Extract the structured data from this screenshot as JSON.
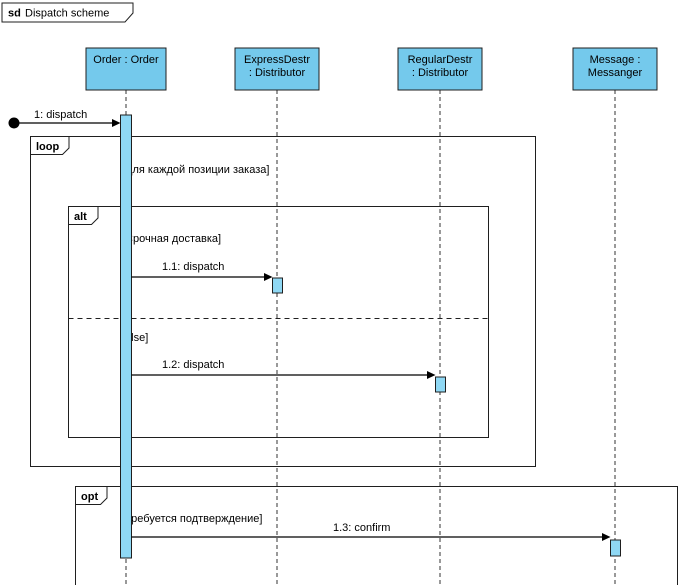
{
  "diagram": {
    "title_keyword": "sd",
    "title_name": "Dispatch scheme"
  },
  "colors": {
    "lifeline_fill": "#74C9EC",
    "activation_fill": "#8FD8F4",
    "border": "#1F1F1F",
    "background": "#FFFFFF"
  },
  "lifelines": [
    {
      "id": "order",
      "line1": "Order : Order",
      "line2": ""
    },
    {
      "id": "express-destr",
      "line1": "ExpressDestr",
      "line2": ": Distributor"
    },
    {
      "id": "regular-destr",
      "line1": "RegularDestr",
      "line2": ": Distributor"
    },
    {
      "id": "messanger",
      "line1": "Message :",
      "line2": "Messanger"
    }
  ],
  "messages": [
    {
      "label": "1: dispatch"
    },
    {
      "label": "1.1: dispatch"
    },
    {
      "label": "1.2: dispatch"
    },
    {
      "label": "1.3: confirm"
    }
  ],
  "fragments": {
    "loop": {
      "operator": "loop",
      "guard": "[Для каждой позиции заказа]"
    },
    "alt": {
      "operator": "alt",
      "guard1": "[Срочная доставка]",
      "guard2": "[else]"
    },
    "opt": {
      "operator": "opt",
      "guard": "[Требуется подтверждение]"
    }
  }
}
